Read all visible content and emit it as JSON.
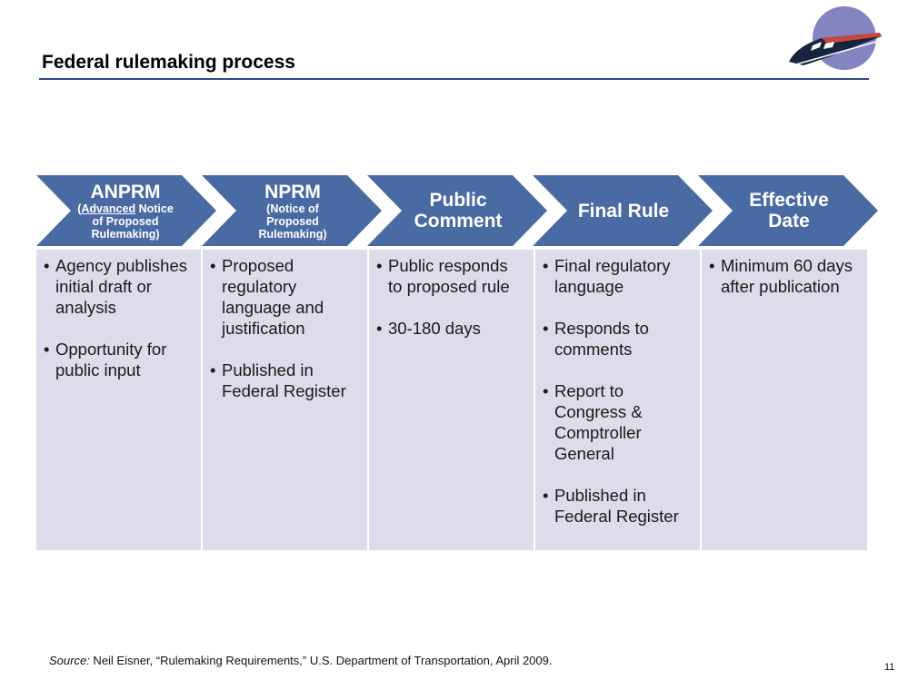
{
  "slide": {
    "title": "Federal rulemaking process",
    "page_number": "11"
  },
  "source": {
    "label": "Source:",
    "text": " Neil Eisner, “Rulemaking Requirements,” U.S. Department of Transportation, April 2009."
  },
  "logo": {
    "icon": "high-speed-train-icon"
  },
  "colors": {
    "chevron_fill": "#4a6aa4",
    "column_fill": "#dcdcea",
    "rule": "#2e4a86",
    "logo_circle": "#8484c0"
  },
  "stages": [
    {
      "title": "ANPRM",
      "sub_pre": "(",
      "sub_underlined": "Advanced",
      "sub_post": " Notice",
      "sub_line2": "of Proposed",
      "sub_line3": "Rulemaking)",
      "bullets": [
        "Agency publishes initial draft or analysis",
        "Opportunity for public input"
      ]
    },
    {
      "title": "NPRM",
      "sub_line1": "(Notice of",
      "sub_line2": "Proposed",
      "sub_line3": "Rulemaking)",
      "bullets": [
        "Proposed regulatory language and justification",
        "Published in Federal Register"
      ]
    },
    {
      "title_line1": "Public",
      "title_line2": "Comment",
      "bullets": [
        "Public responds to proposed rule",
        "30-180 days"
      ]
    },
    {
      "title": "Final Rule",
      "bullets": [
        "Final regulatory language",
        "Responds to comments",
        "Report to Congress & Comptroller General",
        "Published in Federal Register"
      ]
    },
    {
      "title_line1": "Effective",
      "title_line2": "Date",
      "bullets": [
        "Minimum 60 days after publication"
      ]
    }
  ]
}
